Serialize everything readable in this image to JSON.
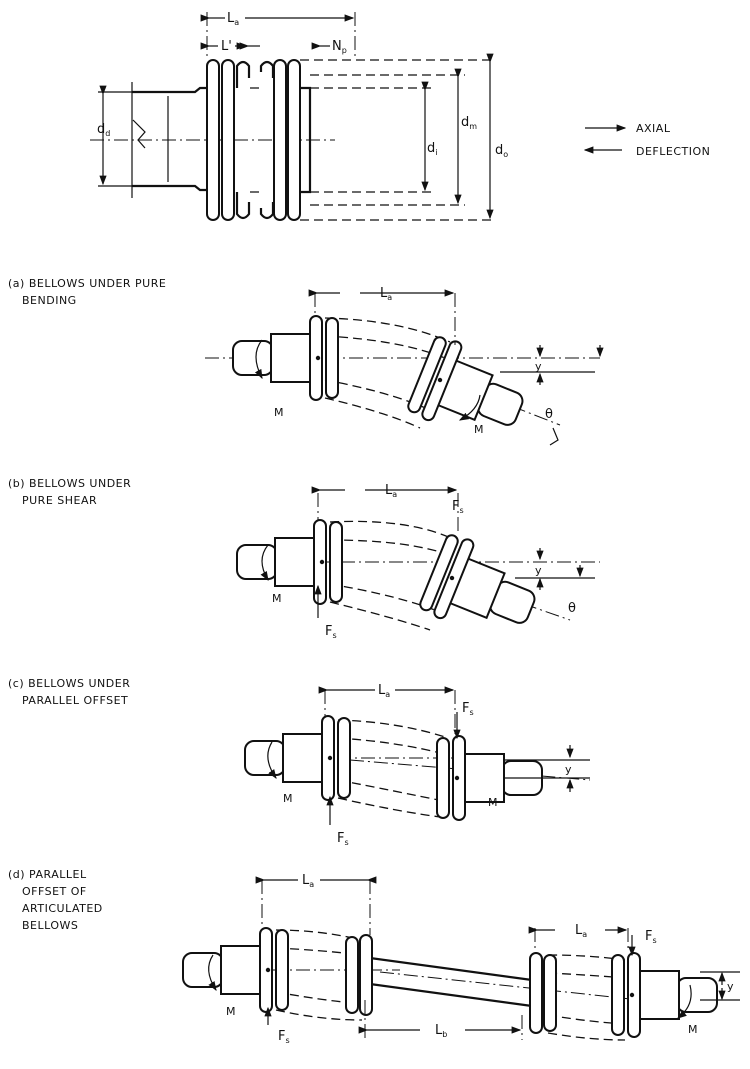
{
  "top": {
    "dimensions": {
      "La": {
        "main": "L",
        "sub": "a"
      },
      "Lprime": {
        "main": "L'"
      },
      "Np": {
        "main": "N",
        "sub": "p"
      },
      "dd": {
        "main": "d",
        "sub": "d"
      },
      "di": {
        "main": "d",
        "sub": "i"
      },
      "dm": {
        "main": "d",
        "sub": "m"
      },
      "do": {
        "main": "d",
        "sub": "o"
      }
    },
    "legend": {
      "line1": "AXIAL",
      "line2": "DEFLECTION"
    }
  },
  "panels": [
    {
      "caption_lines": [
        "(a) BELLOWS UNDER PURE",
        "BENDING"
      ]
    },
    {
      "caption_lines": [
        "(b) BELLOWS UNDER",
        "PURE SHEAR"
      ]
    },
    {
      "caption_lines": [
        "(c) BELLOWS UNDER",
        "PARALLEL OFFSET"
      ]
    },
    {
      "caption_lines": [
        "(d) PARALLEL",
        "OFFSET OF",
        "ARTICULATED",
        "BELLOWS"
      ]
    }
  ],
  "symbols": {
    "La": {
      "main": "L",
      "sub": "a"
    },
    "Lb": {
      "main": "L",
      "sub": "b"
    },
    "Fs": {
      "main": "F",
      "sub": "s"
    },
    "M": "M",
    "y": "y",
    "theta": "θ"
  }
}
